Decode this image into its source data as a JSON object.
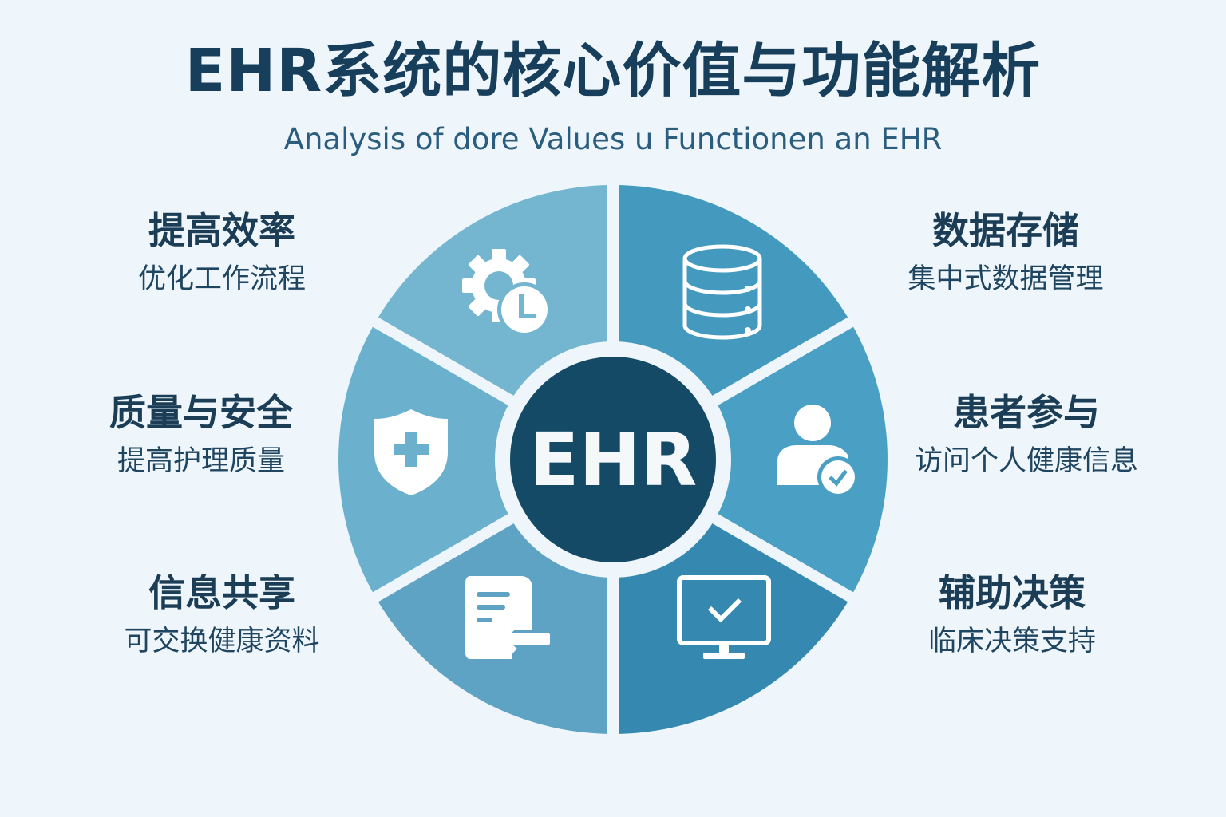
{
  "header": {
    "title": "EHR系统的核心价值与功能解析",
    "subtitle": "Analysis of dore Values u Functionen an EHR"
  },
  "center": {
    "label": "EHR",
    "color": "#154a66"
  },
  "segments": [
    {
      "id": "efficiency",
      "heading": "提高效率",
      "description": "优化工作流程",
      "icon": "gear-clock-icon",
      "color": "#74b5d0",
      "side": "left",
      "position": "top"
    },
    {
      "id": "quality-safety",
      "heading": "质量与安全",
      "description": "提高护理质量",
      "icon": "shield-plus-icon",
      "color": "#6bb0cd",
      "side": "left",
      "position": "middle"
    },
    {
      "id": "info-sharing",
      "heading": "信息共享",
      "description": "可交换健康资料",
      "icon": "document-import-icon",
      "color": "#5fa3c4",
      "side": "left",
      "position": "bottom"
    },
    {
      "id": "data-storage",
      "heading": "数据存储",
      "description": "集中式数据管理",
      "icon": "database-icon",
      "color": "#4399be",
      "side": "right",
      "position": "top"
    },
    {
      "id": "patient-engagement",
      "heading": "患者参与",
      "description": "访问个人健康信息",
      "icon": "user-check-icon",
      "color": "#4aa0c4",
      "side": "right",
      "position": "middle"
    },
    {
      "id": "decision-support",
      "heading": "辅助决策",
      "description": "临床决策支持",
      "icon": "monitor-check-icon",
      "color": "#3588b0",
      "side": "right",
      "position": "bottom"
    }
  ],
  "colors": {
    "background": "#eef6fb",
    "title": "#173e5a",
    "text": "#1b3d55",
    "divider": "#eef6fb"
  }
}
